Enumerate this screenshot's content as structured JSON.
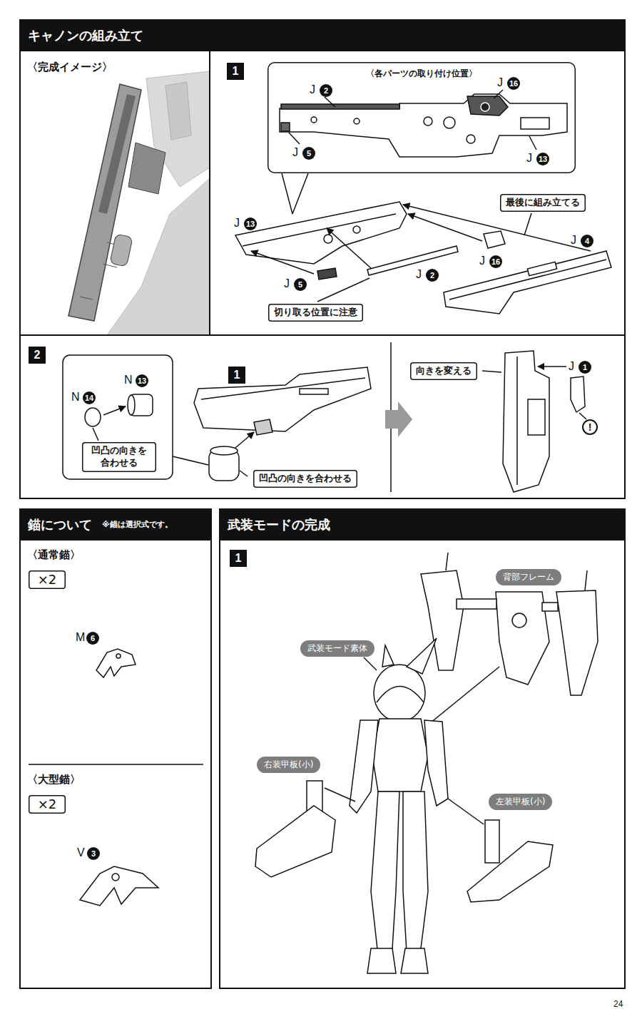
{
  "diagram": {
    "nodes": [
      {
        "text": [
          "キャノンの組み立て"
        ]
      },
      {
        "text": [
          "1"
        ],
        "in": 0
      },
      {
        "text": [
          "〈各パーツの取り付け位置〉"
        ],
        "in": 0
      },
      {
        "text": [
          "最後に組み立てる"
        ],
        "in": 0
      },
      {
        "text": [
          "切り取る位置に注意"
        ],
        "in": 0
      },
      {
        "text": [
          "2"
        ],
        "in": 0
      },
      {
        "text": [
          "凹凸の向きを 合わせる"
        ],
        "in": 0
      },
      {
        "text": [
          "1"
        ],
        "in": 0
      },
      {
        "text": [
          "凹凸の向きを合わせる"
        ],
        "in": 0
      },
      {
        "text": [
          "向きを変える"
        ],
        "in": 0
      },
      {
        "text": [
          "錨について",
          "※錨は選択式です。"
        ]
      },
      {
        "text": [
          "×2"
        ],
        "in": 10
      },
      {
        "text": [
          "×2"
        ],
        "in": 10
      },
      {
        "text": [
          "武装モードの完成"
        ]
      },
      {
        "text": [
          "1"
        ],
        "in": 13
      },
      {
        "text": [
          "背部フレーム"
        ],
        "in": 13
      },
      {
        "text": [
          "武装モード素体"
        ],
        "in": 13
      },
      {
        "text": [
          "右装甲板(小)"
        ],
        "in": 13
      },
      {
        "text": [
          "左装甲板(小)"
        ],
        "in": 13
      }
    ],
    "labels": [
      "〈完成イメージ〉",
      "J",
      "2",
      "J",
      "16",
      "J",
      "5",
      "J",
      "13",
      "J",
      "13",
      "J",
      "16",
      "J",
      "4",
      "J",
      "5",
      "J",
      "2",
      "N",
      "13",
      "N",
      "14",
      "J",
      "1",
      "!",
      "〈通常錨〉",
      "M",
      "6",
      "〈大型錨〉",
      "V",
      "3",
      "24"
    ]
  }
}
